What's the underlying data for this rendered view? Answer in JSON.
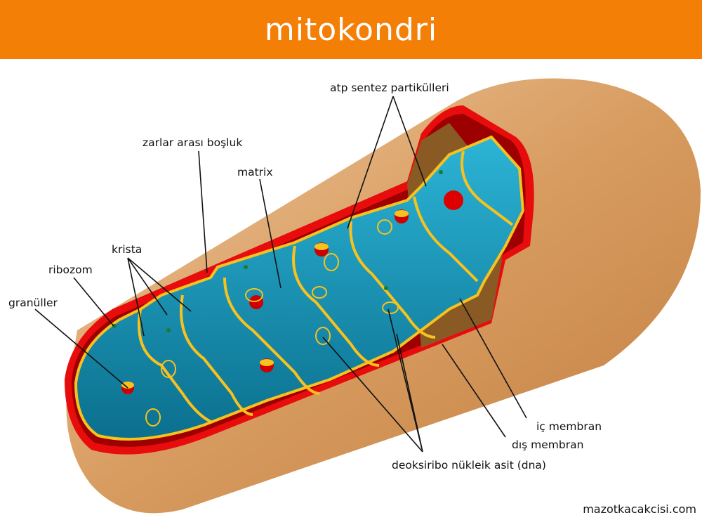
{
  "header": {
    "title": "mitokondri"
  },
  "labels": {
    "atp": "atp sentez partikülleri",
    "intermembrane": "zarlar arası boşluk",
    "matrix": "matrix",
    "krista": "krista",
    "ribozom": "ribozom",
    "granuller": "granüller",
    "inner_membrane": "iç membran",
    "outer_membrane": "dış membran",
    "dna": "deoksiribo nükleik asit (dna)"
  },
  "credit": "mazotkacakcisi.com",
  "colors": {
    "header": "#f47f07",
    "outer": "#d39a5e",
    "membrane_red": "#e80c0c",
    "matrix_blue": "#1a9ec0",
    "crista_yellow": "#f7c21e"
  }
}
